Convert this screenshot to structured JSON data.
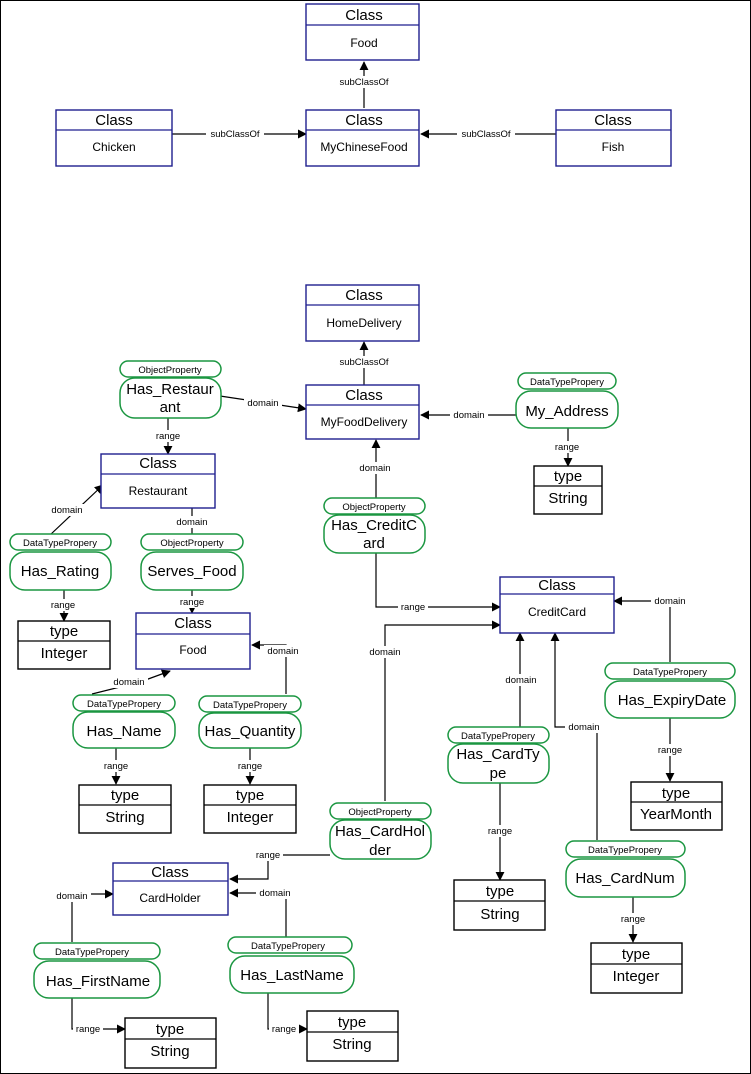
{
  "classes": {
    "food_top": {
      "header": "Class",
      "name": "Food"
    },
    "chicken": {
      "header": "Class",
      "name": "Chicken"
    },
    "mychinesefood": {
      "header": "Class",
      "name": "MyChineseFood"
    },
    "fish": {
      "header": "Class",
      "name": "Fish"
    },
    "homedelivery": {
      "header": "Class",
      "name": "HomeDelivery"
    },
    "myfooddelivery": {
      "header": "Class",
      "name": "MyFoodDelivery"
    },
    "restaurant": {
      "header": "Class",
      "name": "Restaurant"
    },
    "food": {
      "header": "Class",
      "name": "Food"
    },
    "creditcard": {
      "header": "Class",
      "name": "CreditCard"
    },
    "cardholder": {
      "header": "Class",
      "name": "CardHolder"
    }
  },
  "types": {
    "address": {
      "header": "type",
      "name": "String"
    },
    "rating": {
      "header": "type",
      "name": "Integer"
    },
    "name": {
      "header": "type",
      "name": "String"
    },
    "quantity": {
      "header": "type",
      "name": "Integer"
    },
    "expiry": {
      "header": "type",
      "name": "YearMonth"
    },
    "cardtype": {
      "header": "type",
      "name": "String"
    },
    "cardnum": {
      "header": "type",
      "name": "Integer"
    },
    "firstname": {
      "header": "type",
      "name": "String"
    },
    "lastname": {
      "header": "type",
      "name": "String"
    }
  },
  "properties": {
    "has_restaurant": {
      "tag": "ObjectProperty",
      "line1": "Has_Restaur",
      "line2": "ant"
    },
    "my_address": {
      "tag": "DataTypePropery",
      "line1": "My_Address",
      "line2": ""
    },
    "has_creditcard": {
      "tag": "ObjectProperty",
      "line1": "Has_CreditC",
      "line2": "ard"
    },
    "has_rating": {
      "tag": "DataTypePropery",
      "line1": "Has_Rating",
      "line2": ""
    },
    "serves_food": {
      "tag": "ObjectProperty",
      "line1": "Serves_Food",
      "line2": ""
    },
    "has_name": {
      "tag": "DataTypePropery",
      "line1": "Has_Name",
      "line2": ""
    },
    "has_quantity": {
      "tag": "DataTypePropery",
      "line1": "Has_Quantity",
      "line2": ""
    },
    "has_expirydate": {
      "tag": "DataTypePropery",
      "line1": "Has_ExpiryDate",
      "line2": ""
    },
    "has_cardtype": {
      "tag": "DataTypePropery",
      "line1": "Has_CardTy",
      "line2": "pe"
    },
    "has_cardholder": {
      "tag": "ObjectProperty",
      "line1": "Has_CardHol",
      "line2": "der"
    },
    "has_cardnum": {
      "tag": "DataTypePropery",
      "line1": "Has_CardNum",
      "line2": ""
    },
    "has_firstname": {
      "tag": "DataTypePropery",
      "line1": "Has_FirstName",
      "line2": ""
    },
    "has_lastname": {
      "tag": "DataTypePropery",
      "line1": "Has_LastName",
      "line2": ""
    }
  },
  "edge_labels": {
    "subclassof": "subClassOf",
    "domain": "domain",
    "range": "range"
  }
}
